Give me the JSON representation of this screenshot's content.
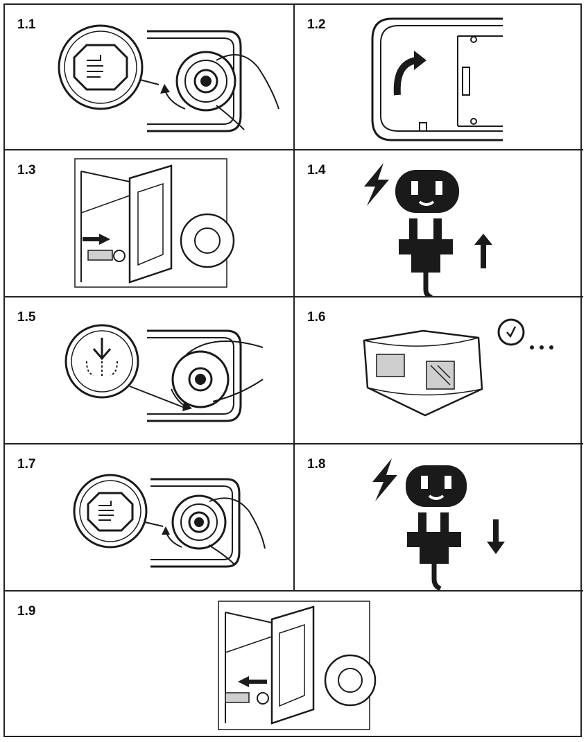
{
  "steps": [
    {
      "label": "1.1"
    },
    {
      "label": "1.2"
    },
    {
      "label": "1.3"
    },
    {
      "label": "1.4"
    },
    {
      "label": "1.5"
    },
    {
      "label": "1.6"
    },
    {
      "label": "1.7"
    },
    {
      "label": "1.8"
    },
    {
      "label": "1.9"
    }
  ],
  "icons": {
    "power": "lightning-bolt-icon",
    "socket": "power-socket-icon",
    "plug": "power-plug-icon",
    "timer": "clock-icon",
    "stop": "stop-hand-icon",
    "inflate": "inflate-symbol-icon"
  },
  "colors": {
    "ink": "#1a1a1a",
    "paper": "#ffffff",
    "shade": "#cfcfcf"
  }
}
